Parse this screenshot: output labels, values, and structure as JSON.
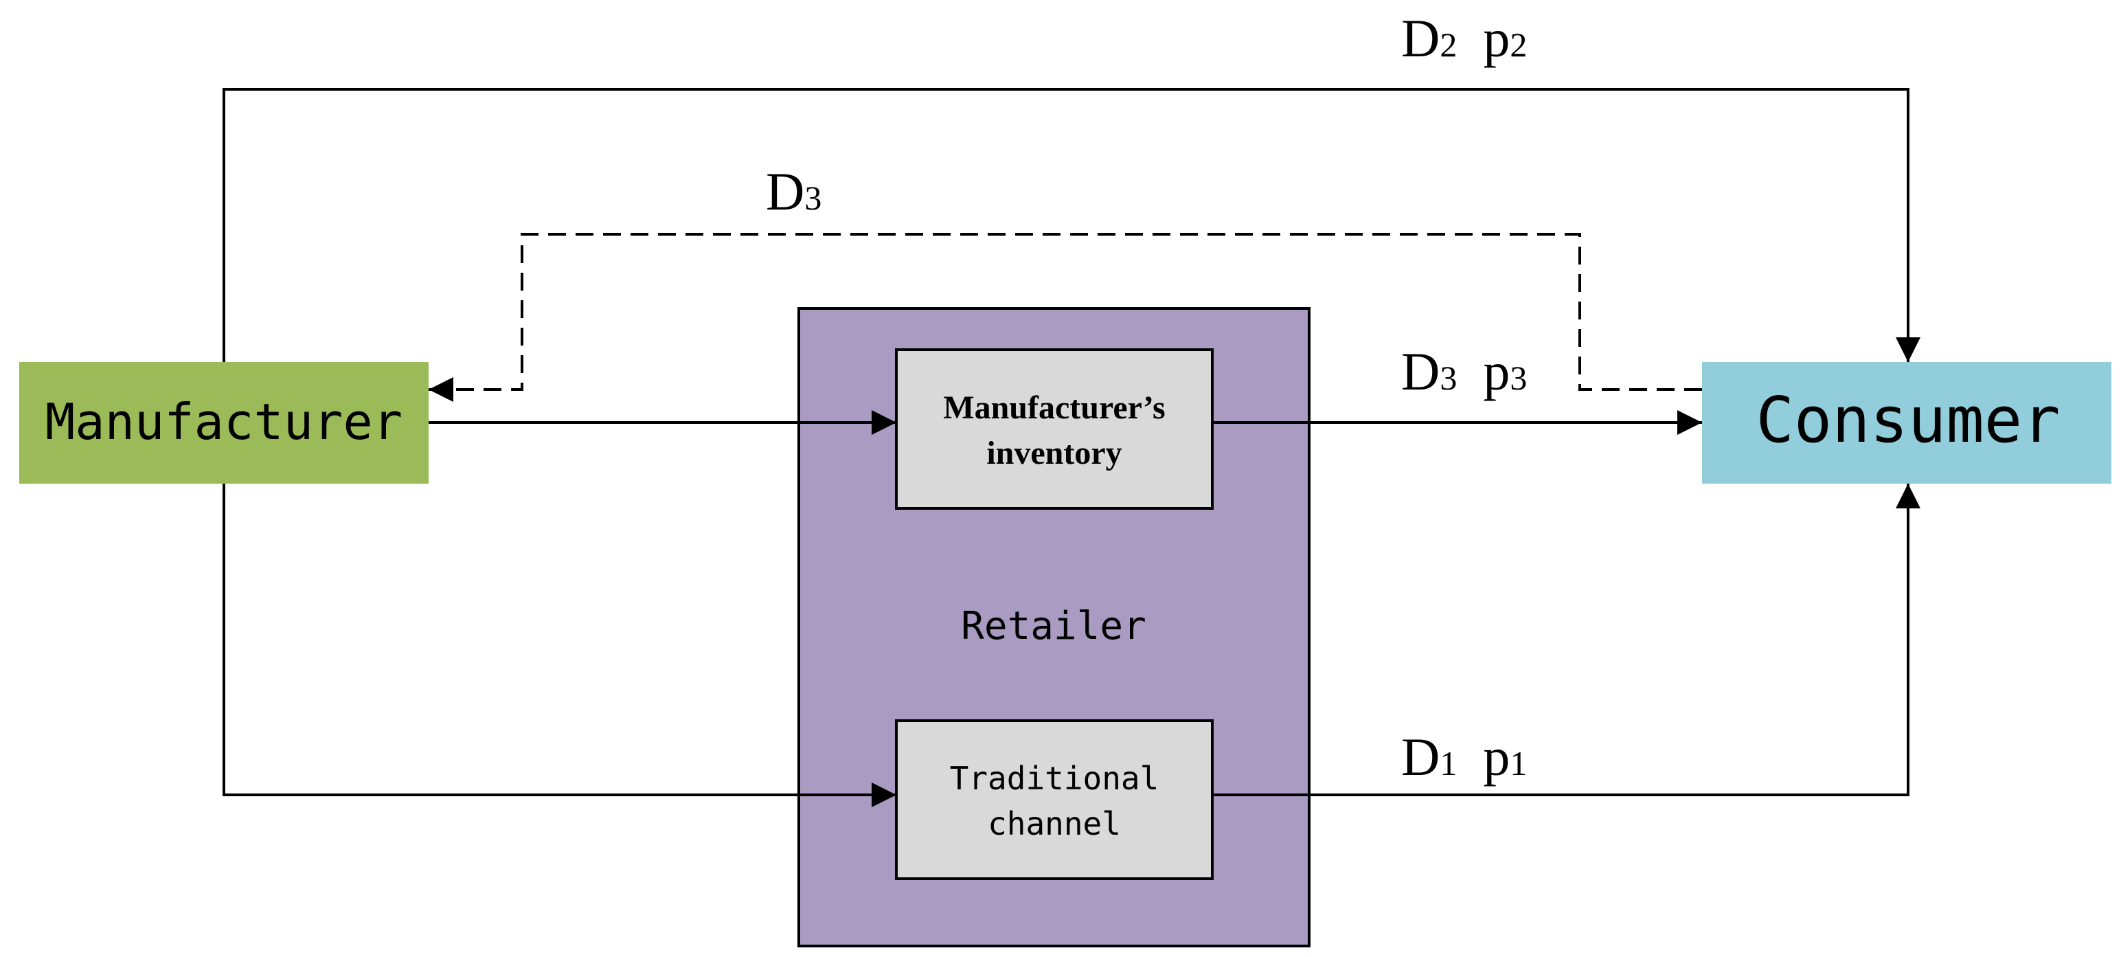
{
  "nodes": {
    "manufacturer": {
      "label": "Manufacturer",
      "fill": "#9bbb59"
    },
    "consumer": {
      "label": "Consumer",
      "fill": "#92cddc"
    },
    "retailer": {
      "label": "Retailer",
      "fill": "#a99bc2"
    },
    "inventory": {
      "line1": "Manufacturer’s",
      "line2": "inventory",
      "fill": "#d9d9d9"
    },
    "traditional": {
      "line1": "Traditional",
      "line2": "channel",
      "fill": "#d9d9d9"
    }
  },
  "flows": {
    "direct": {
      "d": "D",
      "d_sub": "2",
      "p": "p",
      "p_sub": "2"
    },
    "return": {
      "d": "D",
      "d_sub": "3"
    },
    "inventory": {
      "d": "D",
      "d_sub": "3",
      "p": "p",
      "p_sub": "3"
    },
    "traditional": {
      "d": "D",
      "d_sub": "1",
      "p": "p",
      "p_sub": "1"
    }
  }
}
